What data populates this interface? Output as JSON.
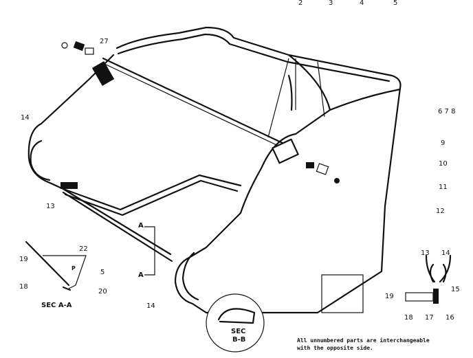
{
  "top_labels": [
    "2",
    "3",
    "4",
    "5"
  ],
  "right_labels": [
    "6 7 8",
    "9",
    "10",
    "11",
    "12"
  ],
  "callouts": {
    "left_14": "14",
    "rod_27": "27",
    "left_13": "13",
    "section_A_upper": "A",
    "section_A_lower": "A",
    "bottom_14": "14"
  },
  "sec_aa": {
    "title": "SEC A-A",
    "labels": [
      "19",
      "22",
      "5",
      "18",
      "20"
    ],
    "inset_letter": "P"
  },
  "sec_bb": {
    "title": "SEC",
    "subtitle": "B-B"
  },
  "detail": {
    "labels": [
      "13",
      "14",
      "15",
      "19",
      "18",
      "17",
      "16"
    ]
  },
  "note": {
    "line1": "All unnumbered parts are interchangeable",
    "line2": "with the opposite side."
  }
}
